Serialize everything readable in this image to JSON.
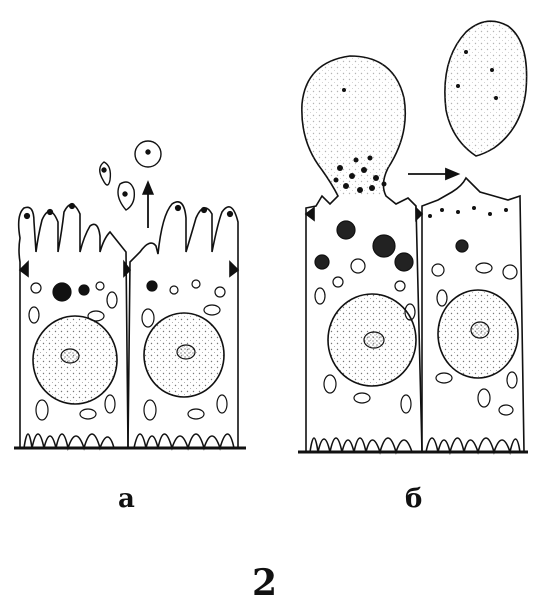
{
  "labels": {
    "panel_a": "а",
    "panel_b": "б",
    "figure_number": "2"
  },
  "colors": {
    "ink": "#111111",
    "stipple": "#6a6a6a",
    "nucleus_fill": "#ececec",
    "background": "#ffffff"
  }
}
